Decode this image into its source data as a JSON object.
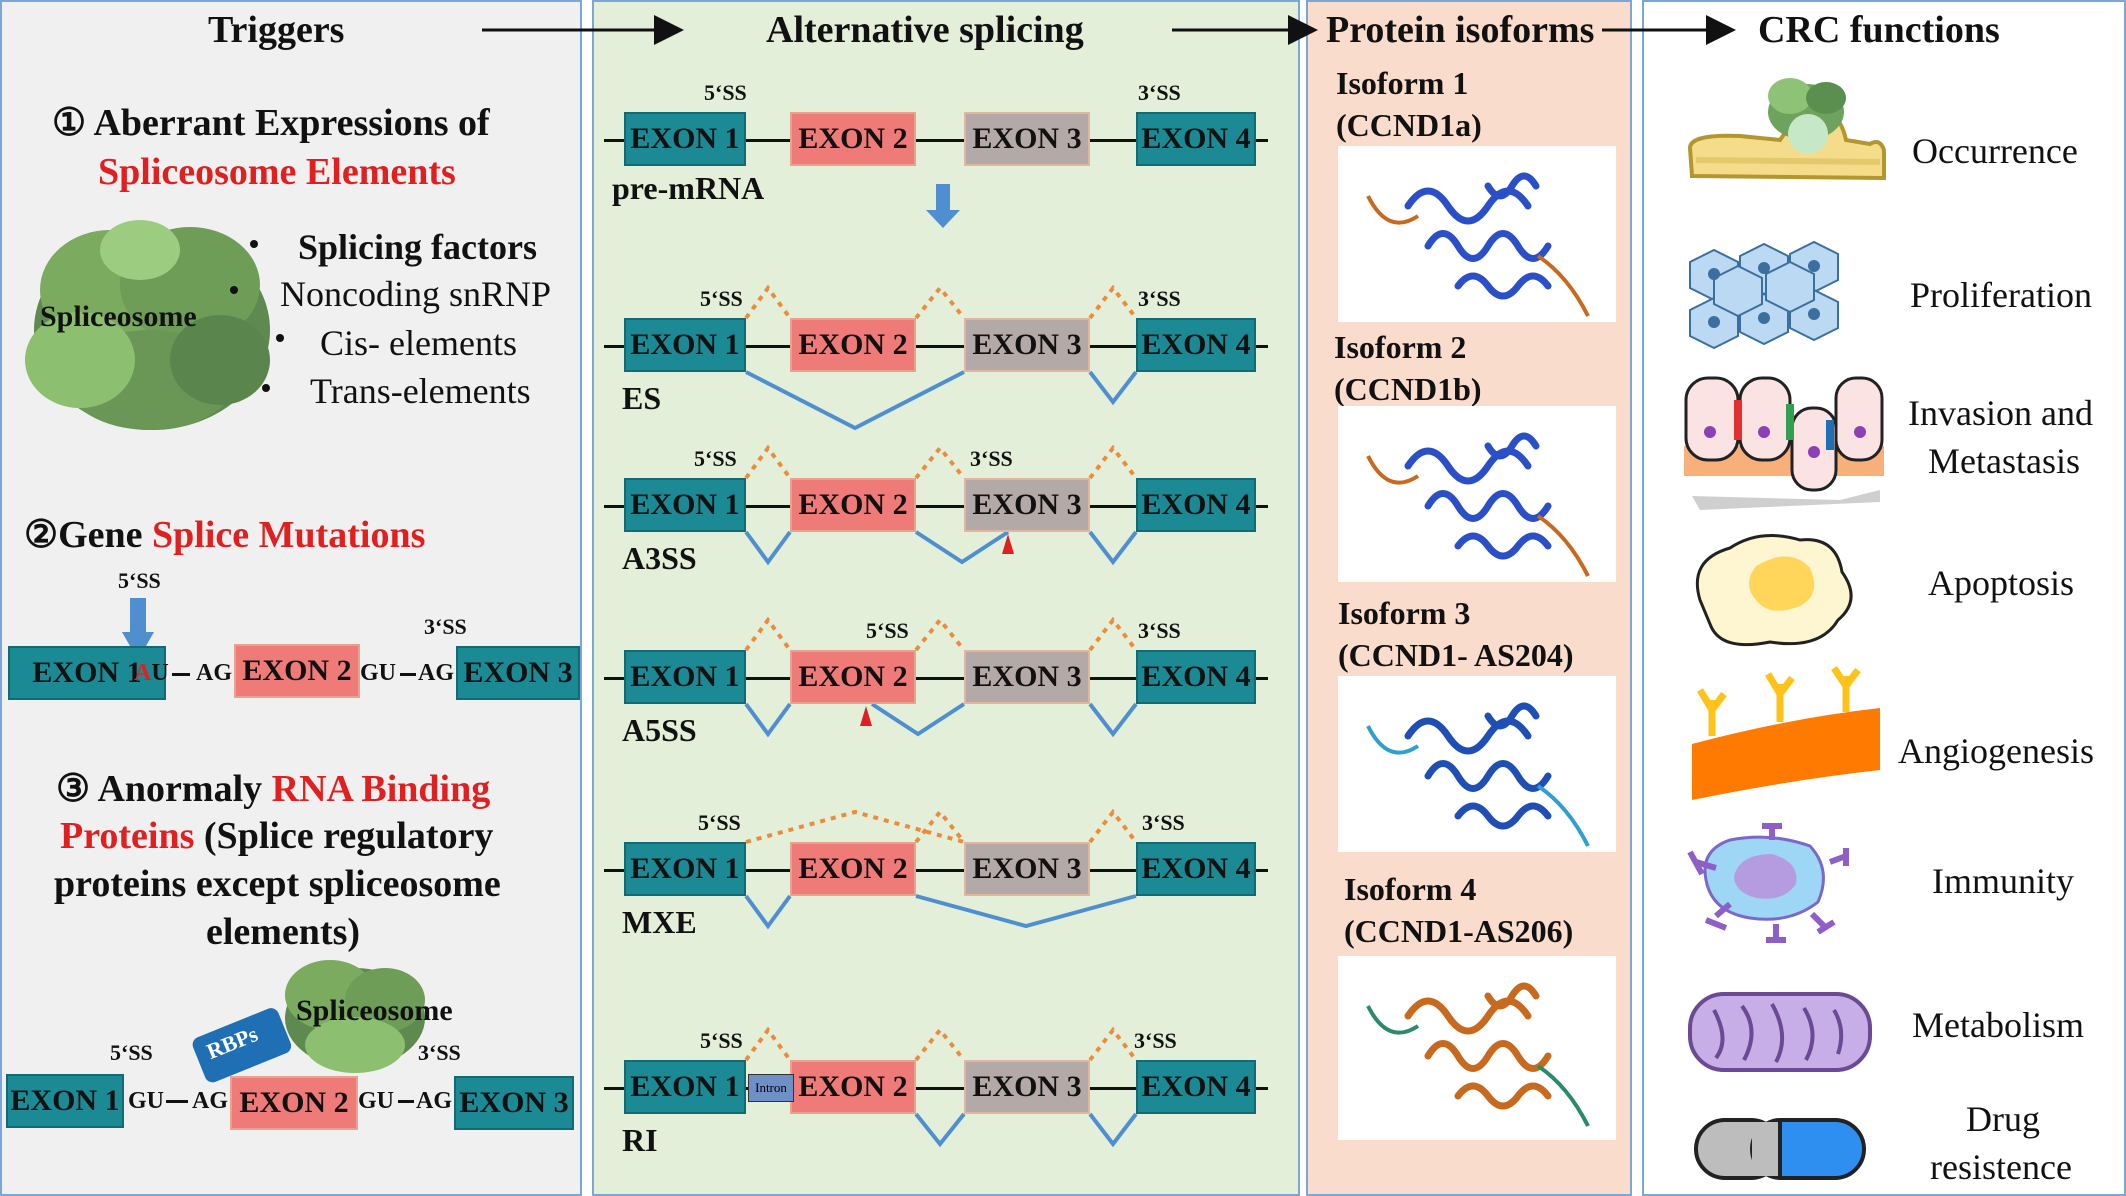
{
  "headers": {
    "triggers": "Triggers",
    "alternative_splicing": "Alternative splicing",
    "protein_isoforms": "Protein isoforms",
    "crc_functions": "CRC functions"
  },
  "triggers": {
    "t1_num": "①",
    "t1_line1": "Aberrant Expressions of",
    "t1_line2": "Spliceosome Elements",
    "spliceosome_label": "Spliceosome",
    "factors": [
      "Splicing factors",
      "Noncoding snRNP",
      "Cis- elements",
      "Trans-elements"
    ],
    "t2_prefix": "②Gene ",
    "t2_red": "Splice Mutations",
    "t3_prefix": "③ Anormaly ",
    "t3_red1": "RNA Binding",
    "t3_red2": "Proteins",
    "t3_rest1": " (Splice regulatory",
    "t3_rest2": "proteins except spliceosome",
    "t3_rest3": "elements)",
    "rbps_label": "RBPs",
    "spliceosome2_label": "Spliceosome"
  },
  "gene_labels": {
    "exon1": "EXON 1",
    "exon2": "EXON 2",
    "exon3": "EXON 3",
    "exon4": "EXON 4",
    "ss5": "5‘SS",
    "ss3": "3‘SS",
    "mut_a": "A",
    "mut_u": "U",
    "ag": "AG",
    "gu": "GU",
    "intron": "Intron"
  },
  "splicing": {
    "pre_mrna": "pre-mRNA",
    "rows": [
      "ES",
      "A3SS",
      "A5SS",
      "MXE",
      "RI"
    ]
  },
  "isoforms": [
    {
      "line1": "Isoform 1",
      "line2": "(CCND1a)"
    },
    {
      "line1": "Isoform 2",
      "line2": "(CCND1b)"
    },
    {
      "line1": "Isoform 3",
      "line2": "(CCND1- AS204)"
    },
    {
      "line1": "Isoform 4",
      "line2": "(CCND1-AS206)"
    }
  ],
  "functions": [
    "Occurrence",
    "Proliferation",
    "Invasion and",
    "Metastasis",
    "Apoptosis",
    "Angiogenesis",
    "Immunity",
    "Metabolism",
    "Drug",
    "resistence"
  ],
  "colors": {
    "teal_exon": "#1b8a95",
    "red_exon": "#ef7b78",
    "grey_exon": "#b3a9a6",
    "highlight_red": "#e02020",
    "splice_line": "#4f8fd0",
    "dotted_splice": "#ec8b3a"
  }
}
